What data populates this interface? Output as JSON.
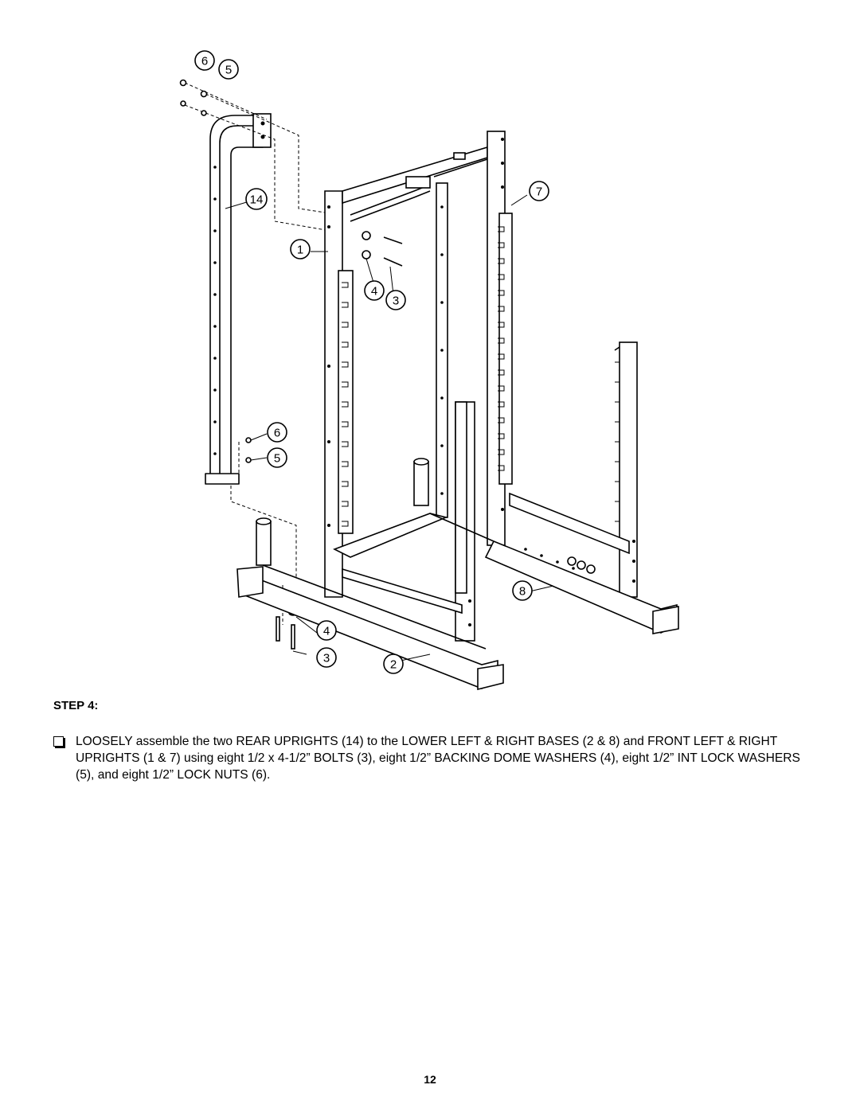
{
  "callouts": {
    "nut_top": "6",
    "washer_top": "5",
    "rear_upright": "14",
    "front_left_upright": "1",
    "dome_washer_mid": "4",
    "bolt_mid": "3",
    "front_right_upright": "7",
    "nut_low": "6",
    "washer_low": "5",
    "right_base": "8",
    "dome_washer_bottom": "4",
    "bolt_bottom": "3",
    "left_base": "2"
  },
  "step": {
    "heading": "STEP 4:"
  },
  "instruction": {
    "text": "LOOSELY assemble the two REAR UPRIGHTS (14) to the LOWER LEFT & RIGHT BASES (2 & 8) and FRONT LEFT & RIGHT UPRIGHTS (1 & 7) using eight 1/2 x 4-1/2” BOLTS (3), eight 1/2” BACKING DOME WASHERS (4), eight 1/2” INT LOCK WASHERS (5), and eight 1/2” LOCK NUTS (6)."
  },
  "page": {
    "number": "12"
  }
}
